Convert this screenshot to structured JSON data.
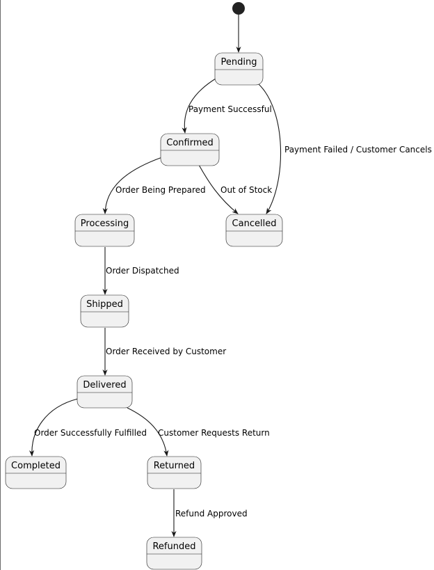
{
  "diagram": {
    "states": {
      "pending": "Pending",
      "confirmed": "Confirmed",
      "cancelled": "Cancelled",
      "processing": "Processing",
      "shipped": "Shipped",
      "delivered": "Delivered",
      "completed": "Completed",
      "returned": "Returned",
      "refunded": "Refunded"
    },
    "transitions": {
      "payment_successful": "Payment Successful",
      "payment_failed": "Payment Failed / Customer Cancels",
      "order_being_prepared": "Order Being Prepared",
      "out_of_stock": "Out of Stock",
      "order_dispatched": "Order Dispatched",
      "order_received": "Order Received by Customer",
      "order_fulfilled": "Order Successfully Fulfilled",
      "customer_requests_return": "Customer Requests Return",
      "refund_approved": "Refund Approved"
    }
  }
}
